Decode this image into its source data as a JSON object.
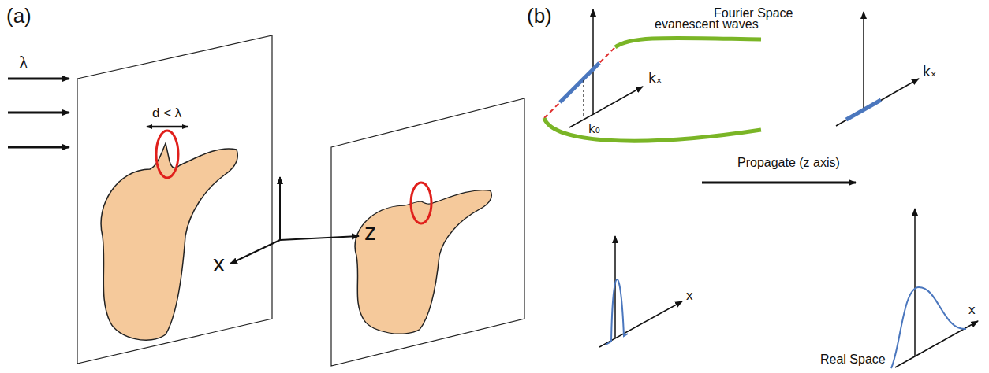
{
  "diagram": {
    "labels": [
      "(a)",
      "λ",
      "d < λ",
      "x",
      "z",
      "(b)",
      "Fourier Space",
      "evanescent waves",
      "kₓ",
      "k₀",
      "kₓ",
      "Propagate (z axis)",
      "x",
      "x",
      "Real Space"
    ]
  }
}
